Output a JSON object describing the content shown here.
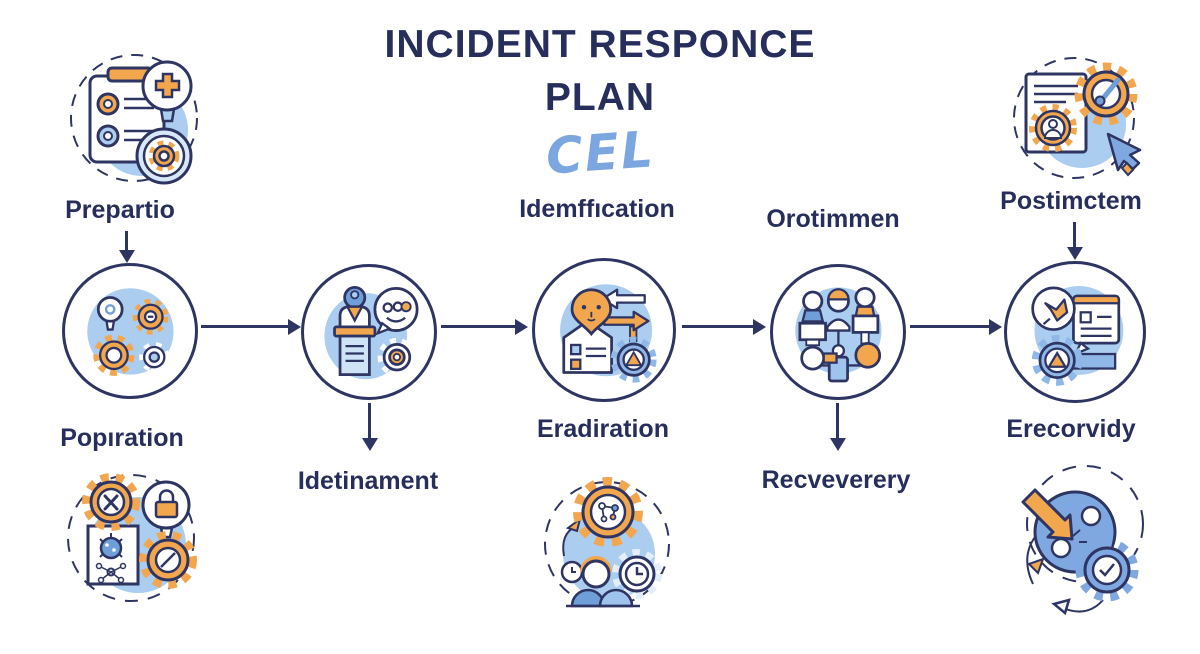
{
  "title": {
    "line1": "INCIDENT RESPONCE",
    "line2": "PLAN",
    "logo_text": "CEL"
  },
  "stages": [
    {
      "id": "stage-1",
      "top_label": "Prepartio",
      "bottom_label": "Popıration"
    },
    {
      "id": "stage-2",
      "bottom_label": "Idetinament"
    },
    {
      "id": "stage-3",
      "top_label": "Idemffıcation",
      "bottom_label": "Eradiration"
    },
    {
      "id": "stage-4",
      "top_label": "Orotimmen",
      "bottom_label": "Recveverery"
    },
    {
      "id": "stage-5",
      "top_label": "Postimctem",
      "bottom_label": "Erecorvidy"
    }
  ],
  "icons": [
    "clipboard-checklist-icon",
    "gears-lightbulb-icon",
    "spokesperson-podium-icon",
    "location-pin-arrows-icon",
    "team-network-icon",
    "alert-window-icon",
    "malware-document-icon",
    "analysis-clock-team-icon",
    "report-gauge-cursor-icon",
    "recovery-cycle-icon"
  ],
  "colors": {
    "navy": "#2e3562",
    "text_navy": "#272e5c",
    "orange": "#f2a74f",
    "light_blue": "#aacdf0",
    "mid_blue": "#7fa8e0",
    "logo_blue": "#7ba6df",
    "background": "#ffffff"
  }
}
